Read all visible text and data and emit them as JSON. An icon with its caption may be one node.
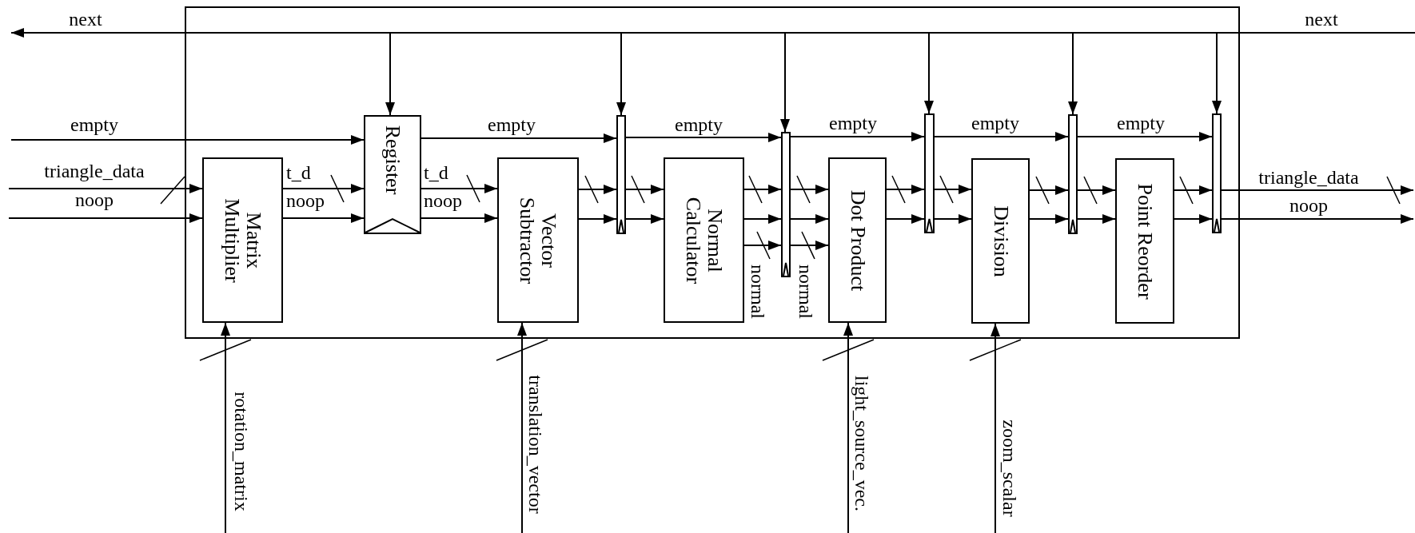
{
  "diagram": {
    "nodes": [
      {
        "text": [],
        "shape": "box"
      },
      {
        "text": [
          "Matrix Multiplier"
        ],
        "in": 0
      },
      {
        "text": [
          "Register"
        ],
        "in": 0
      },
      {
        "text": [
          "Vector Subtractor"
        ],
        "in": 0
      },
      {
        "text": [],
        "shape": "bar",
        "in": 0
      },
      {
        "text": [
          "Normal Calculator"
        ],
        "in": 0
      },
      {
        "text": [],
        "shape": "bar",
        "in": 0
      },
      {
        "text": [
          "Dot Product"
        ],
        "in": 0
      },
      {
        "text": [],
        "shape": "bar",
        "in": 0
      },
      {
        "text": [
          "Division"
        ],
        "in": 0
      },
      {
        "text": [],
        "shape": "bar",
        "in": 0
      },
      {
        "text": [
          "Point Reorder"
        ],
        "in": 0
      },
      {
        "text": [],
        "shape": "bar",
        "in": 0
      }
    ],
    "edges": [
      {
        "from": null,
        "to": 2,
        "arrow": "to"
      },
      {
        "from": null,
        "to": 4,
        "arrow": "to"
      },
      {
        "from": null,
        "to": 6,
        "arrow": "to"
      },
      {
        "from": null,
        "to": 8,
        "arrow": "to"
      },
      {
        "from": null,
        "to": 10,
        "arrow": "to"
      },
      {
        "from": null,
        "to": 12,
        "arrow": "to"
      },
      {
        "from": null,
        "to": 2,
        "arrow": "to",
        "label": "empty"
      },
      {
        "from": null,
        "to": 1,
        "arrow": "to",
        "label": "triangle_data"
      },
      {
        "from": null,
        "to": 1,
        "arrow": "to",
        "label": "noop"
      },
      {
        "from": 1,
        "to": 2,
        "arrow": "to",
        "label": "t_d"
      },
      {
        "from": 1,
        "to": 2,
        "arrow": "to",
        "label": "noop"
      },
      {
        "from": 2,
        "to": 4,
        "arrow": "to",
        "label": "empty"
      },
      {
        "from": 2,
        "to": 3,
        "arrow": "to",
        "label": "t_d"
      },
      {
        "from": 2,
        "to": 3,
        "arrow": "to",
        "label": "noop"
      },
      {
        "from": 3,
        "to": 4,
        "arrow": "to"
      },
      {
        "from": 3,
        "to": 4,
        "arrow": "to"
      },
      {
        "from": 4,
        "to": 5,
        "arrow": "to"
      },
      {
        "from": 4,
        "to": 5,
        "arrow": "to"
      },
      {
        "from": 4,
        "to": 6,
        "arrow": "to",
        "label": "empty"
      },
      {
        "from": 5,
        "to": 6,
        "arrow": "to"
      },
      {
        "from": 5,
        "to": 6,
        "arrow": "to"
      },
      {
        "from": 5,
        "to": 6,
        "arrow": "to",
        "label": "normal"
      },
      {
        "from": 6,
        "to": 7,
        "arrow": "to"
      },
      {
        "from": 6,
        "to": 7,
        "arrow": "to"
      },
      {
        "from": 6,
        "to": 7,
        "arrow": "to",
        "label": "normal"
      },
      {
        "from": 6,
        "to": 8,
        "arrow": "to",
        "label": "empty"
      },
      {
        "from": 7,
        "to": 8,
        "arrow": "to"
      },
      {
        "from": 7,
        "to": 8,
        "arrow": "to"
      },
      {
        "from": 8,
        "to": 9,
        "arrow": "to"
      },
      {
        "from": 8,
        "to": 9,
        "arrow": "to"
      },
      {
        "from": 8,
        "to": 10,
        "arrow": "to",
        "label": "empty"
      },
      {
        "from": 9,
        "to": 10,
        "arrow": "to"
      },
      {
        "from": 9,
        "to": 10,
        "arrow": "to"
      },
      {
        "from": 10,
        "to": 11,
        "arrow": "to"
      },
      {
        "from": 10,
        "to": 11,
        "arrow": "to"
      },
      {
        "from": 10,
        "to": 12,
        "arrow": "to",
        "label": "empty"
      },
      {
        "from": 11,
        "to": 12,
        "arrow": "to"
      },
      {
        "from": 11,
        "to": 12,
        "arrow": "to"
      },
      {
        "from": 12,
        "to": null,
        "arrow": "to",
        "label": "triangle_data"
      },
      {
        "from": 12,
        "to": null,
        "arrow": "to",
        "label": "noop"
      },
      {
        "from": null,
        "to": 1,
        "arrow": "to",
        "label": "rotation_matrix"
      },
      {
        "from": null,
        "to": 3,
        "arrow": "to",
        "label": "translation_vector"
      },
      {
        "from": null,
        "to": 7,
        "arrow": "to",
        "label": "light_source_vec."
      },
      {
        "from": null,
        "to": 9,
        "arrow": "to",
        "label": "zoom_scalar"
      }
    ],
    "labels": [
      "next",
      "next"
    ]
  }
}
